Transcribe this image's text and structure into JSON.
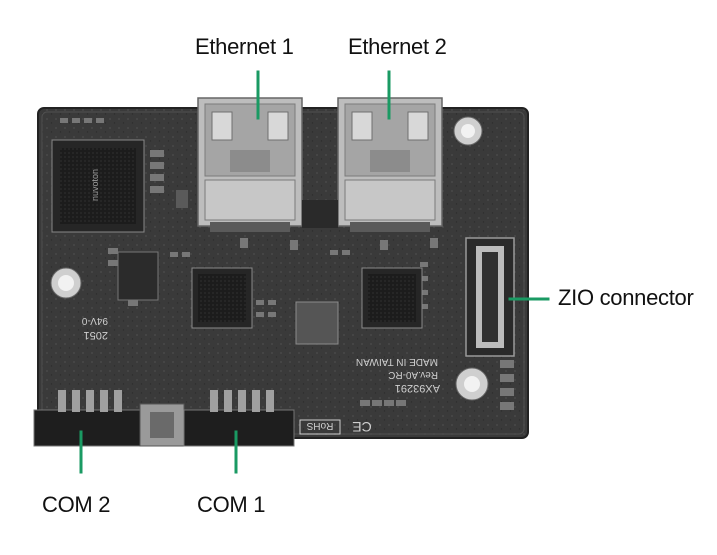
{
  "callouts": {
    "ethernet1": "Ethernet 1",
    "ethernet2": "Ethernet 2",
    "zio": "ZIO connector",
    "com2": "COM 2",
    "com1": "COM 1"
  },
  "board_text": {
    "chip_brand": "nuvoton",
    "model": "AX93291",
    "revision": "Rev.A0-RC",
    "origin": "MADE IN TAIWAN",
    "rohs": "RoHS",
    "ce": "CE",
    "rating": "94V-0",
    "code": "2051"
  },
  "colors": {
    "leader": "#1a9a63",
    "pcb": "#3c3c3c",
    "metal": "#b9b9b9"
  }
}
